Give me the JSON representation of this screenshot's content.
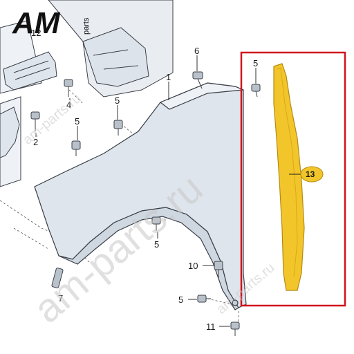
{
  "logo": {
    "main": "AM",
    "sub": "parts"
  },
  "watermarks": [
    "am-parts.ru",
    "am-parts.ru",
    "am-parts.ru"
  ],
  "callouts": {
    "c1": "1",
    "c2": "2",
    "c5a": "5",
    "c5b": "5",
    "c5c": "5",
    "c5d": "5",
    "c5e": "5",
    "c6": "6",
    "c7": "7",
    "c10": "10",
    "c11": "11",
    "c12": "12",
    "c13": "13",
    "c4": "4"
  },
  "colors": {
    "highlight_box": "#d0141c",
    "part_fill": "#f2c62a",
    "part_stroke": "#b58a12",
    "fender_fill": "#dfe5ec",
    "body_fill": "#e9edf2",
    "line": "#3a3f47"
  }
}
